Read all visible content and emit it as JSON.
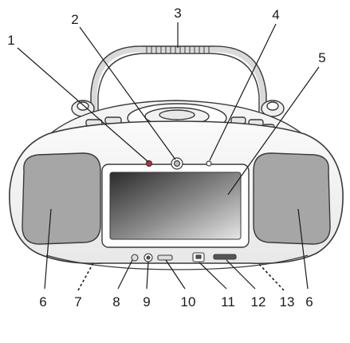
{
  "diagram": {
    "subject": "portable CD boombox with display",
    "callouts": [
      {
        "id": "c1",
        "label": "1"
      },
      {
        "id": "c2",
        "label": "2"
      },
      {
        "id": "c3",
        "label": "3"
      },
      {
        "id": "c4",
        "label": "4"
      },
      {
        "id": "c5",
        "label": "5"
      },
      {
        "id": "c6l",
        "label": "6"
      },
      {
        "id": "c6r",
        "label": "6"
      },
      {
        "id": "c7",
        "label": "7"
      },
      {
        "id": "c8",
        "label": "8"
      },
      {
        "id": "c9",
        "label": "9"
      },
      {
        "id": "c10",
        "label": "10"
      },
      {
        "id": "c11",
        "label": "11"
      },
      {
        "id": "c12",
        "label": "12"
      },
      {
        "id": "c13",
        "label": "13"
      }
    ],
    "colors": {
      "outline": "#3a3a3a",
      "body": "#f2f2f2",
      "speaker": "#a6a6a6",
      "screen_dark": "#2e2e2e",
      "screen_light": "#d9d9d9",
      "indicator": "#c8283c"
    }
  }
}
